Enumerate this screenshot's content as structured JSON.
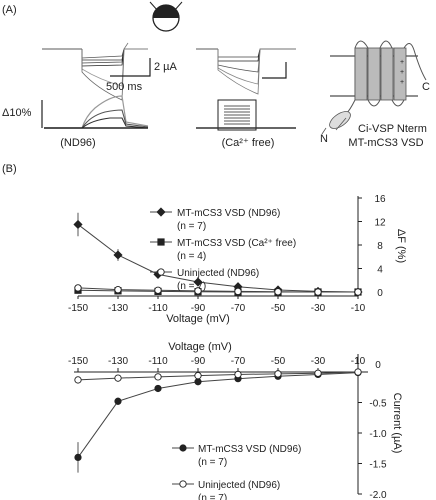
{
  "panel_a": {
    "label": "(A)",
    "scale_current": "2 µA",
    "scale_time": "500 ms",
    "scale_fluor": "Δ10%",
    "condition_1": "(ND96)",
    "condition_2": "(Ca²⁺ free)",
    "schematic_title": "MT-mCS3 VSD",
    "schematic_label": "Ci-VSP Nterm",
    "n_terminus": "N",
    "c_terminus": "C"
  },
  "panel_b": {
    "label": "(B)"
  },
  "chart_data": [
    {
      "type": "line",
      "xlabel": "Voltage (mV)",
      "ylabel": "ΔF (%)",
      "x": [
        -150,
        -130,
        -110,
        -90,
        -70,
        -50,
        -30,
        -10
      ],
      "xticks": [
        "-150",
        "-130",
        "-110",
        "-90",
        "-70",
        "-50",
        "-30",
        "-10"
      ],
      "yticks": [
        "0",
        "4",
        "8",
        "12",
        "16"
      ],
      "ylim": [
        0,
        16
      ],
      "xlim": [
        -150,
        -10
      ],
      "series": [
        {
          "name": "MT-mCS3 VSD (ND96)",
          "n": "(n = 7)",
          "marker": "filled-diamond",
          "values": [
            11.5,
            6.3,
            3.0,
            1.7,
            0.9,
            0.35,
            0.1,
            0.0
          ]
        },
        {
          "name": "MT-mCS3 VSD (Ca²⁺ free)",
          "n": "(n = 4)",
          "marker": "filled-square",
          "values": [
            0.3,
            0.2,
            0.1,
            0.05,
            0.0,
            0.0,
            0.0,
            0.0
          ]
        },
        {
          "name": "Uninjected (ND96)",
          "n": "(n = 7)",
          "marker": "open-circle",
          "values": [
            0.7,
            0.4,
            0.3,
            0.2,
            0.1,
            0.05,
            0.0,
            0.0
          ]
        }
      ]
    },
    {
      "type": "line",
      "xlabel": "Voltage (mV)",
      "ylabel": "Current (µA)",
      "x": [
        -150,
        -130,
        -110,
        -90,
        -70,
        -50,
        -30,
        -10
      ],
      "xticks": [
        "-150",
        "-130",
        "-110",
        "-90",
        "-70",
        "-50",
        "-30",
        "-10"
      ],
      "yticks": [
        "0",
        "-0.5",
        "-1.0",
        "-1.5",
        "-2.0"
      ],
      "ylim": [
        -2.0,
        0
      ],
      "xlim": [
        -150,
        -10
      ],
      "series": [
        {
          "name": "MT-mCS3 VSD (ND96)",
          "n": "(n = 7)",
          "marker": "filled-circle",
          "values": [
            -1.4,
            -0.48,
            -0.27,
            -0.16,
            -0.11,
            -0.07,
            -0.04,
            -0.01
          ]
        },
        {
          "name": "Uninjected (ND96)",
          "n": "(n = 7)",
          "marker": "open-circle",
          "values": [
            -0.13,
            -0.1,
            -0.08,
            -0.06,
            -0.04,
            -0.03,
            -0.02,
            0.0
          ]
        }
      ]
    }
  ]
}
